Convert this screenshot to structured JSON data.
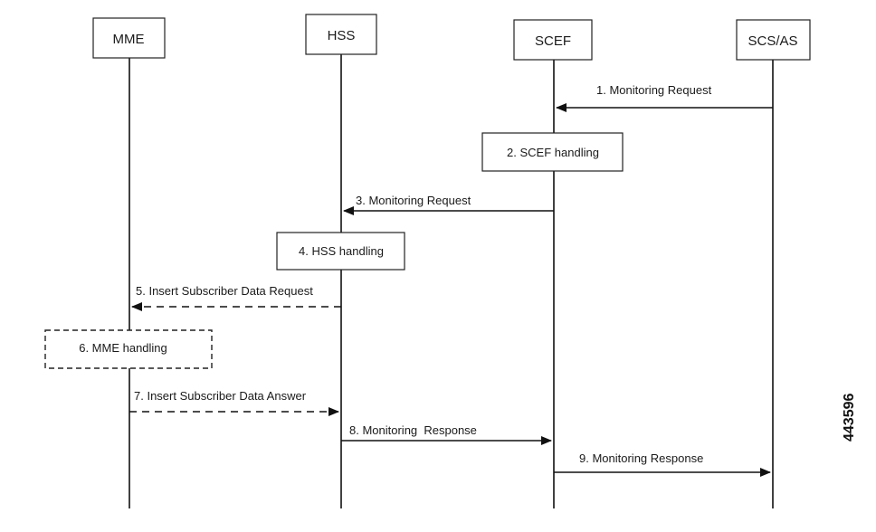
{
  "participants": [
    {
      "id": "mme",
      "label": "MME"
    },
    {
      "id": "hss",
      "label": "HSS"
    },
    {
      "id": "scef",
      "label": "SCEF"
    },
    {
      "id": "scs",
      "label": "SCS/AS"
    }
  ],
  "messages": [
    {
      "id": "m1",
      "label": "1. Monitoring Request",
      "from": "scs",
      "to": "scef",
      "style": "solid"
    },
    {
      "id": "m3",
      "label": "3. Monitoring Request",
      "from": "scef",
      "to": "hss",
      "style": "solid"
    },
    {
      "id": "m5",
      "label": "5. Insert Subscriber Data Request",
      "from": "hss",
      "to": "mme",
      "style": "dashed"
    },
    {
      "id": "m7",
      "label": "7. Insert Subscriber Data Answer",
      "from": "mme",
      "to": "hss",
      "style": "dashed"
    },
    {
      "id": "m8",
      "label": "8. Monitoring  Response",
      "from": "hss",
      "to": "scef",
      "style": "solid"
    },
    {
      "id": "m9",
      "label": "9. Monitoring Response",
      "from": "scef",
      "to": "scs",
      "style": "solid"
    }
  ],
  "processes": [
    {
      "id": "p2",
      "label": "2. SCEF handling",
      "at": "scef",
      "style": "solid"
    },
    {
      "id": "p4",
      "label": "4. HSS handling",
      "at": "hss",
      "style": "solid"
    },
    {
      "id": "p6",
      "label": "6. MME handling",
      "at": "mme",
      "style": "dashed"
    }
  ],
  "figure_id": "443596"
}
